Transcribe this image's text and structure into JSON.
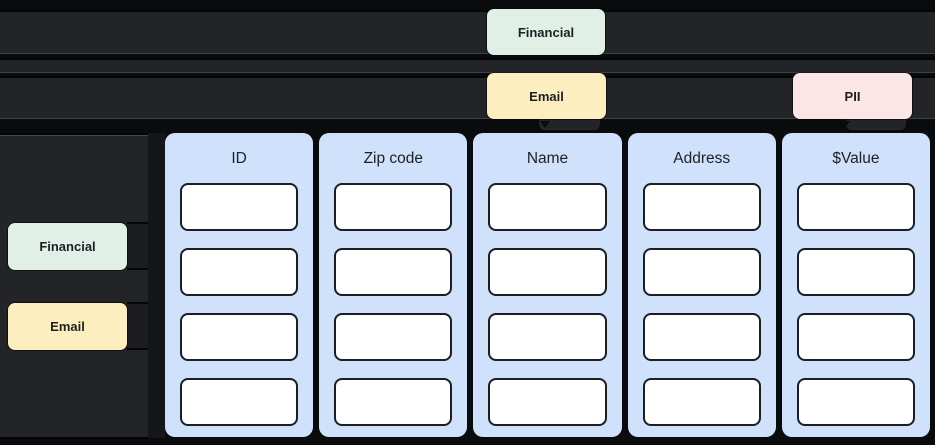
{
  "palette": {
    "page_bg": "#0a0b0d",
    "row_bg": "#232428",
    "sidebar_bg": "#232428",
    "table_column_bg": "#cfe1fb",
    "cell_bg": "#ffffff",
    "cell_border": "#1b1e22",
    "tag_financial_bg": "#e0f0e7",
    "tag_email_bg": "#fdeebf",
    "tag_pii_bg": "#fbe5e5",
    "text_dark": "#202124"
  },
  "top_rows": {
    "row1_tag": {
      "label": "Financial",
      "color": "#e0f0e7"
    },
    "row3_tags": {
      "email": {
        "label": "Email",
        "color": "#fdeebf"
      },
      "pii": {
        "label": "PII",
        "color": "#fbe5e5"
      }
    }
  },
  "sidebar": {
    "tags": {
      "financial": {
        "label": "Financial",
        "color": "#e0f0e7"
      },
      "email": {
        "label": "Email",
        "color": "#fdeebf"
      }
    }
  },
  "table": {
    "rows_per_column": 4,
    "columns": [
      {
        "header": "ID",
        "cells": [
          "",
          "",
          "",
          ""
        ]
      },
      {
        "header": "Zip code",
        "cells": [
          "",
          "",
          "",
          ""
        ]
      },
      {
        "header": "Name",
        "cells": [
          "",
          "",
          "",
          ""
        ]
      },
      {
        "header": "Address",
        "cells": [
          "",
          "",
          "",
          ""
        ]
      },
      {
        "header": "$Value",
        "cells": [
          "",
          "",
          "",
          ""
        ]
      }
    ]
  }
}
